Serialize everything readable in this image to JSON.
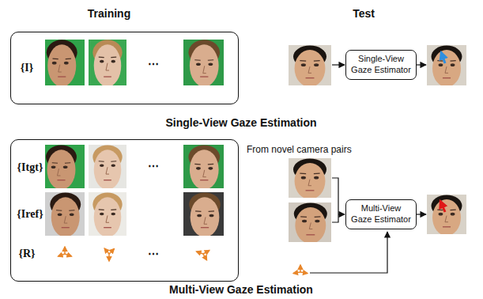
{
  "diagram": {
    "nodes": [
      {
        "text": [
          "{I}",
          "⋯"
        ]
      },
      {
        "text": [
          "Single-View Gaze Estimator"
        ]
      },
      {
        "text": [
          "{Itgt}",
          "{Iref}",
          "{R}",
          "⋯",
          "⋯"
        ]
      },
      {
        "text": [
          "Multi-View Gaze Estimator"
        ]
      }
    ],
    "labels": [
      "Training",
      "Test",
      "Single-View Gaze Estimation",
      "From novel camera pairs",
      "Multi-View Gaze Estimation"
    ]
  }
}
